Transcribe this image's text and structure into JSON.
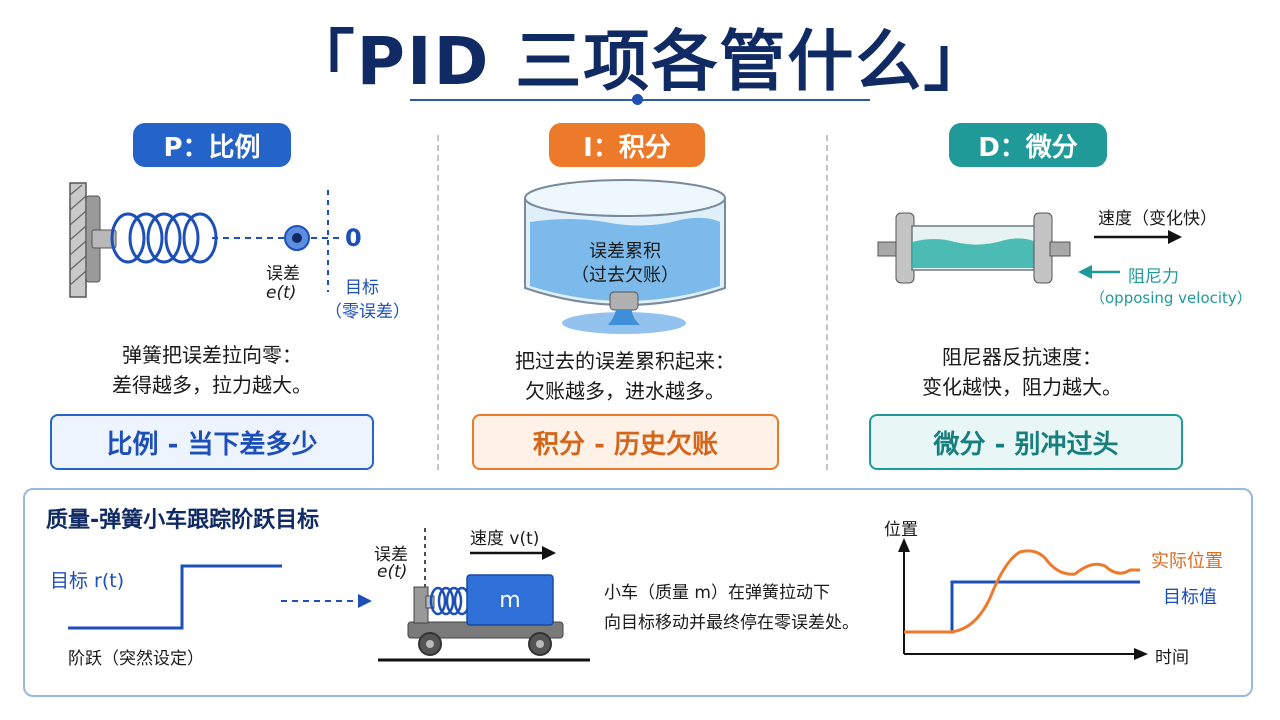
{
  "title": "「PID 三项各管什么」",
  "colors": {
    "p": "#2463c7",
    "i": "#ec7a2a",
    "d": "#1f9a99",
    "navy": "#102a63"
  },
  "p": {
    "pill": "P：比例",
    "zero_label": "0",
    "error_label": "误差",
    "error_var": "e(t)",
    "target_label": "目标",
    "target_sub": "（零误差）",
    "desc_line1": "弹簧把误差拉向零：",
    "desc_line2": "差得越多，拉力越大。",
    "summary": "比例 - 当下差多少"
  },
  "i": {
    "pill": "I：积分",
    "tank_line1": "误差累积",
    "tank_line2": "（过去欠账）",
    "desc_line1": "把过去的误差累积起来：",
    "desc_line2": "欠账越多，进水越多。",
    "summary": "积分 - 历史欠账"
  },
  "d": {
    "pill": "D：微分",
    "speed_label": "速度（变化快）",
    "damping_label": "阻尼力",
    "damping_sub": "（opposing velocity）",
    "desc_line1": "阻尼器反抗速度：",
    "desc_line2": "变化越快，阻力越大。",
    "summary": "微分 - 别冲过头"
  },
  "bottom": {
    "heading": "质量-弹簧小车跟踪阶跃目标",
    "target_label": "目标 r(t)",
    "step_label": "阶跃（突然设定）",
    "error_label": "误差",
    "error_var": "e(t)",
    "speed_label": "速度 v(t)",
    "mass_label": "m",
    "desc_line1": "小车（质量 m）在弹簧拉动下",
    "desc_line2": "向目标移动并最终停在零误差处。",
    "graph": {
      "y_label": "位置",
      "x_label": "时间",
      "actual_label": "实际位置",
      "target_value_label": "目标值"
    }
  }
}
